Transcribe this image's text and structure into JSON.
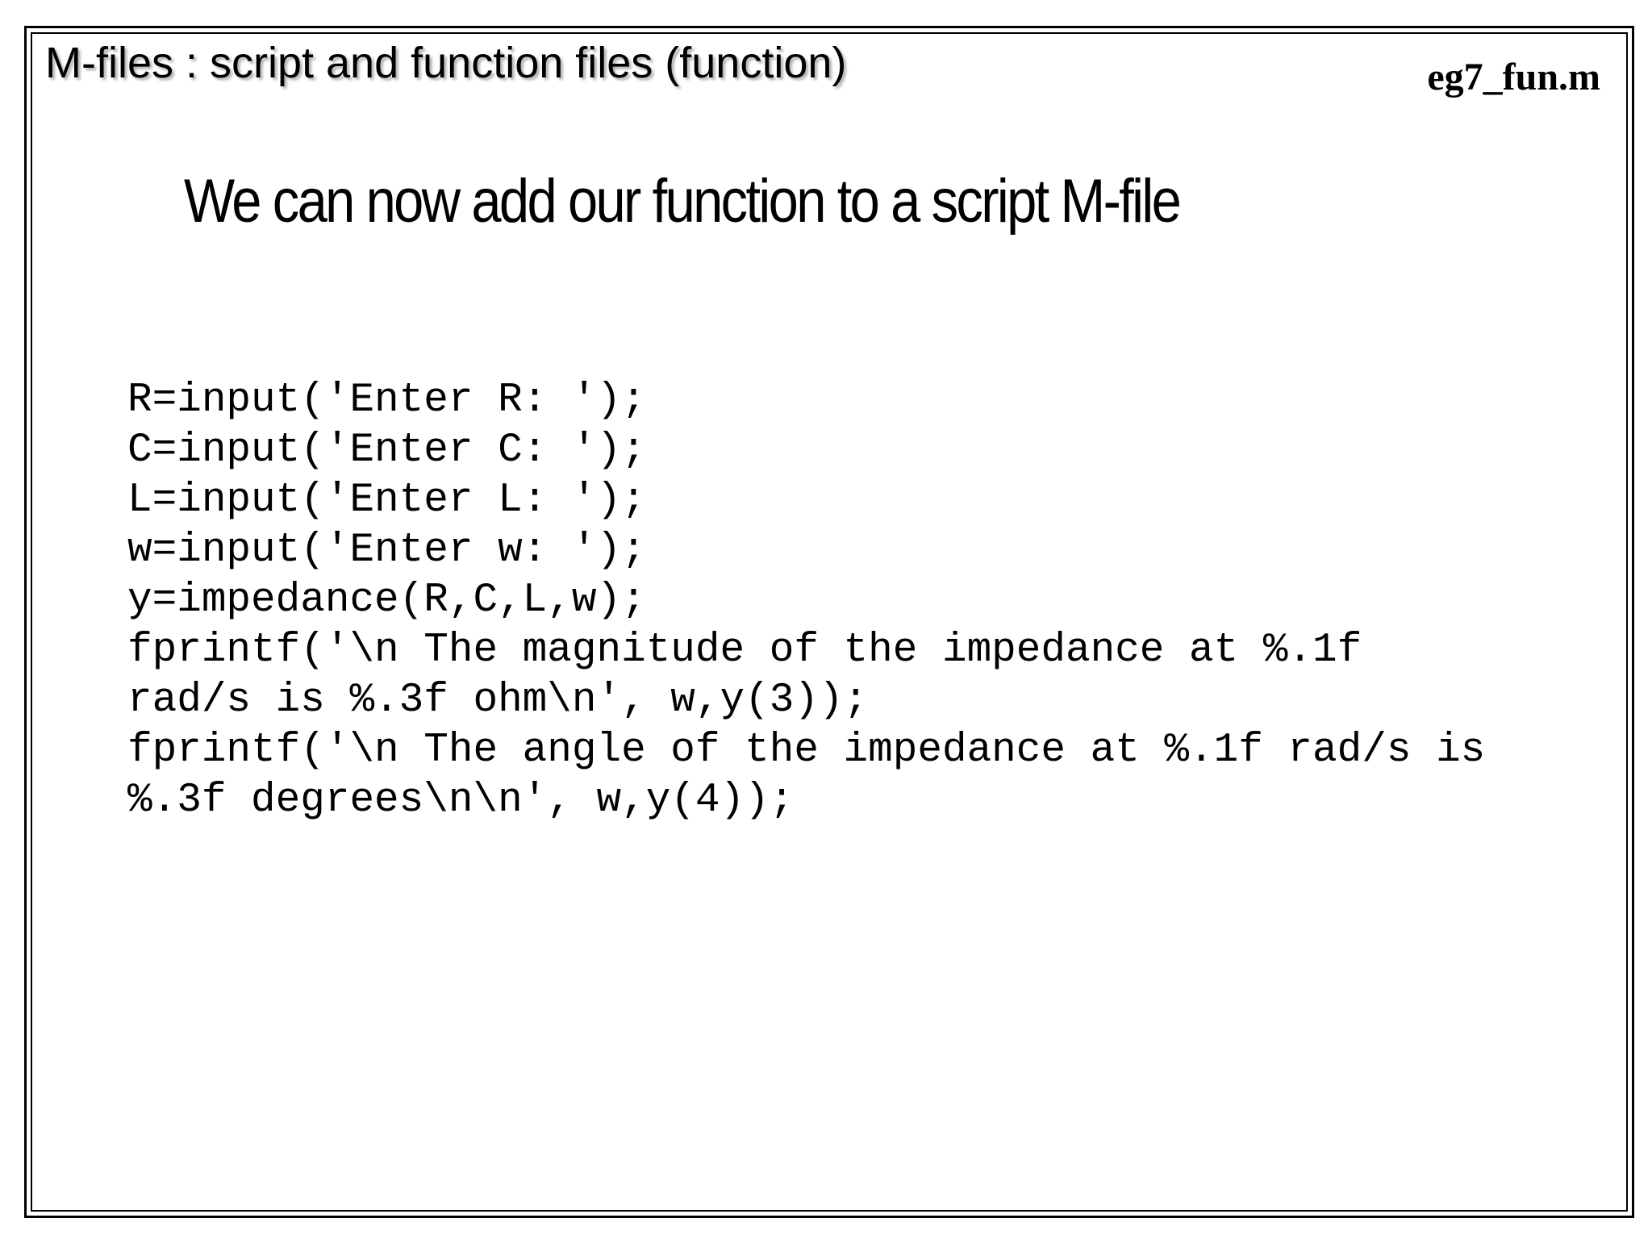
{
  "slide": {
    "heading": "M-files : script and function files (function)",
    "file_name": "eg7_fun.m",
    "subtitle": "We can now add our function to a script M-file",
    "code_lines": [
      "R=input('Enter R: ');",
      "C=input('Enter C: ');",
      "L=input('Enter L: ');",
      "w=input('Enter w: ');",
      "y=impedance(R,C,L,w);",
      "fprintf('\\n The magnitude of the impedance at %.1f",
      "rad/s is %.3f ohm\\n', w,y(3));",
      "fprintf('\\n The angle of the impedance at %.1f rad/s is",
      "%.3f degrees\\n\\n', w,y(4));"
    ]
  }
}
